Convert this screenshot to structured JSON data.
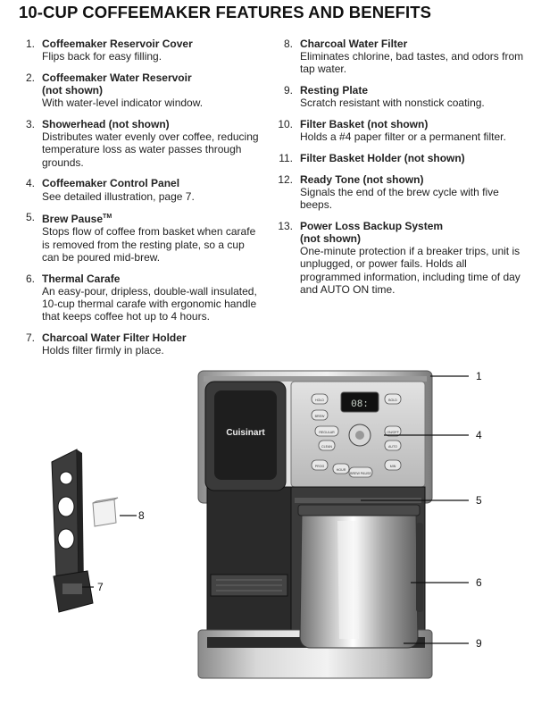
{
  "title": {
    "brand": "10-CUP COFFEEMAKER",
    "rest": " FEATURES AND BENEFITS"
  },
  "features_left": [
    {
      "num": "1.",
      "head": "Coffeemaker Reservoir Cover",
      "head2": "",
      "desc": "Flips back for easy filling."
    },
    {
      "num": "2.",
      "head": "Coffeemaker Water Reservoir",
      "head2": "(not shown)",
      "desc": "With water-level indicator window."
    },
    {
      "num": "3.",
      "head": "Showerhead (not shown)",
      "head2": "",
      "desc": "Distributes water evenly over coffee, reducing temperature loss as water passes through grounds."
    },
    {
      "num": "4.",
      "head": "Coffeemaker Control Panel",
      "head2": "",
      "desc": "See detailed illustration, page 7."
    },
    {
      "num": "5.",
      "head": "Brew Pause",
      "tm": "TM",
      "head2": "",
      "desc": "Stops flow of coffee from basket when carafe is removed from the resting plate, so a cup can be poured mid-brew."
    },
    {
      "num": "6.",
      "head": "Thermal Carafe",
      "head2": "",
      "desc": "An easy-pour, dripless, double-wall insulated, 10-cup thermal carafe with ergonomic handle that keeps coffee hot up to 4 hours."
    },
    {
      "num": "7.",
      "head": "Charcoal Water Filter Holder",
      "head2": "",
      "desc": "Holds filter firmly in place."
    }
  ],
  "features_right": [
    {
      "num": "8.",
      "head": "Charcoal Water Filter",
      "head2": "",
      "desc": "Eliminates chlorine, bad tastes, and odors from tap water."
    },
    {
      "num": "9.",
      "head": "Resting Plate",
      "head2": "",
      "desc": "Scratch resistant with nonstick coating."
    },
    {
      "num": "10.",
      "head": "Filter Basket (not shown)",
      "head2": "",
      "desc": "Holds a #4 paper filter or a permanent filter."
    },
    {
      "num": "11.",
      "head": "Filter Basket Holder (not shown)",
      "head2": "",
      "desc": ""
    },
    {
      "num": "12.",
      "head": "Ready Tone (not shown)",
      "head2": "",
      "desc": "Signals the end of the brew cycle with five beeps."
    },
    {
      "num": "13.",
      "head": "Power Loss Backup System",
      "head2": "(not shown)",
      "desc": "One-minute protection if a breaker trips, unit is unplugged, or power fails. Holds all programmed information, including time of day and AUTO ON time."
    }
  ],
  "figure": {
    "brand_logo": "Cuisinart",
    "display": "08:",
    "button_labels": [
      "HOLD",
      "BREW",
      "BOLD",
      "REGULAR",
      "CLEAN",
      "ON/OFF",
      "AUTO",
      "PROG",
      "HOUR",
      "MIN",
      "BREW PAUSE"
    ],
    "callouts": [
      "1",
      "4",
      "5",
      "6",
      "9",
      "8",
      "7"
    ]
  }
}
